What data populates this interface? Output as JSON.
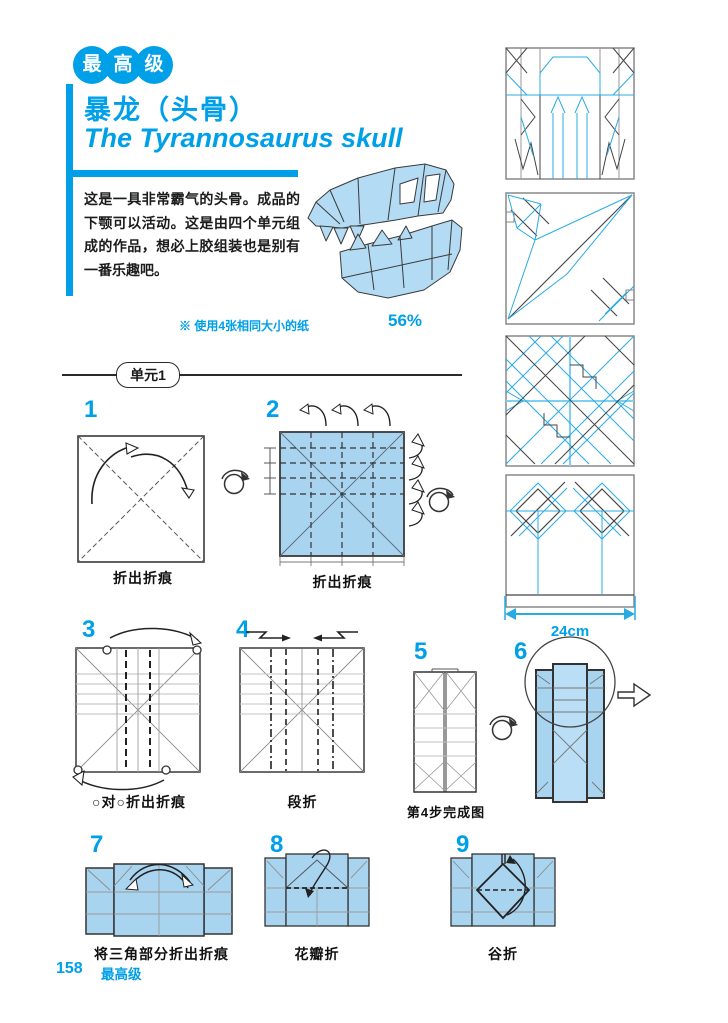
{
  "colors": {
    "accent_blue": "#00A0E9",
    "paper_fill": "#A9D4EF",
    "crease_blue": "#29ABE2",
    "line_dark": "#3A3A3A"
  },
  "header": {
    "badge": "最高级",
    "title_cn": "暴龙（头骨）",
    "title_en": "The Tyrannosaurus skull"
  },
  "intro": {
    "description": "这是一具非常霸气的头骨。成品的下颚可以活动。这是由四个单元组成的作品，想必上胶组装也是别有一番乐趣吧。",
    "paper_note": "※ 使用4张相同大小的纸",
    "scale_label": "56%"
  },
  "section": {
    "label": "单元1"
  },
  "steps": [
    {
      "number": "1",
      "caption": "折出折痕"
    },
    {
      "number": "2",
      "caption": "折出折痕"
    },
    {
      "number": "3",
      "caption": "○对○折出折痕"
    },
    {
      "number": "4",
      "caption": "段折"
    },
    {
      "number": "5",
      "caption": "第4步完成图"
    },
    {
      "number": "6",
      "caption": ""
    },
    {
      "number": "7",
      "caption": "将三角部分折出折痕"
    },
    {
      "number": "8",
      "caption": "花瓣折"
    },
    {
      "number": "9",
      "caption": "谷折"
    }
  ],
  "paper_size": {
    "dimension_label": "24cm"
  },
  "footer": {
    "page_number": "158",
    "level_label": "最高级"
  },
  "icons": {
    "rotate": "rotate-icon",
    "unfold_arrow": "hollow-arrow-icon"
  }
}
